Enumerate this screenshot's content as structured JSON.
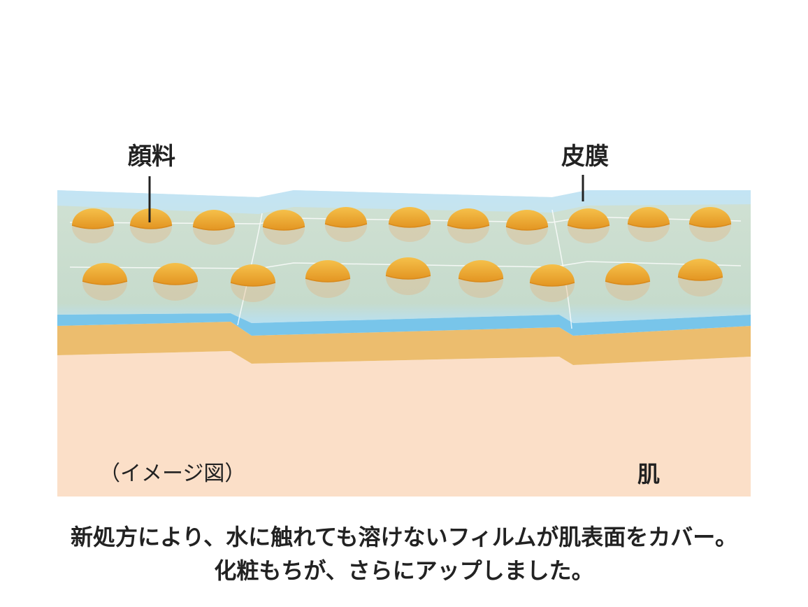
{
  "labels": {
    "pigment": "顔料",
    "film": "皮膜",
    "image_note": "（イメージ図）",
    "skin": "肌"
  },
  "caption": {
    "line1": "新処方により、水に触れても溶けないフィルムが肌表面をカバー。",
    "line2": "化粧もちが、さらにアップしました。"
  },
  "colors": {
    "film_top": "#bfe0f2",
    "film_body": "#c9d9c9",
    "film_bottom": "#79c6ea",
    "skin_surface": "#ecbd6e",
    "skin": "#fbdfc8",
    "pigment": "#e8a02a",
    "pigment_highlight": "#f6c453"
  }
}
